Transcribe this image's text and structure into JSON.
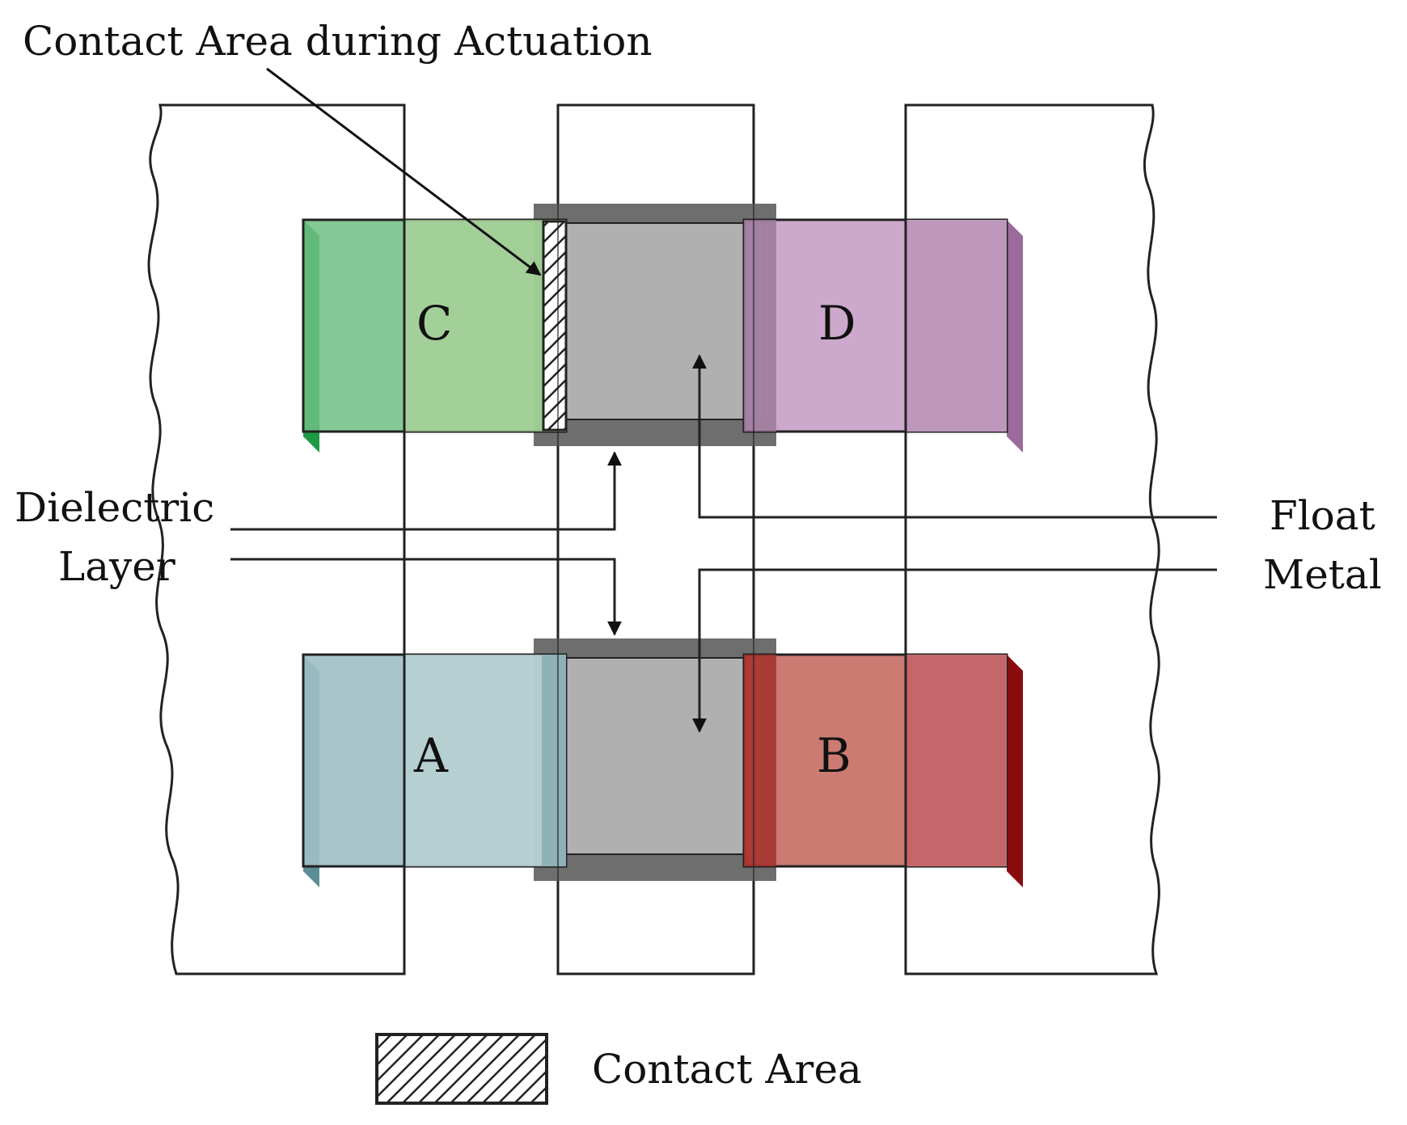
{
  "labels": {
    "contact_during_actuation": "Contact Area during Actuation",
    "dielectric_line1": "Dielectric",
    "dielectric_line2": "Layer",
    "float_line1": "Float",
    "metal_line2": "Metal",
    "legend": "Contact Area"
  },
  "pads": [
    {
      "id": "C",
      "label": "C",
      "color": "#6fbe84"
    },
    {
      "id": "D",
      "label": "D",
      "color": "#c7a0c6"
    },
    {
      "id": "A",
      "label": "A",
      "color": "#9fbfc4"
    },
    {
      "id": "B",
      "label": "B",
      "color": "#c8746a"
    }
  ],
  "colors": {
    "float_metal": "#b0b0b0",
    "dielectric": "#6e6e6e"
  }
}
